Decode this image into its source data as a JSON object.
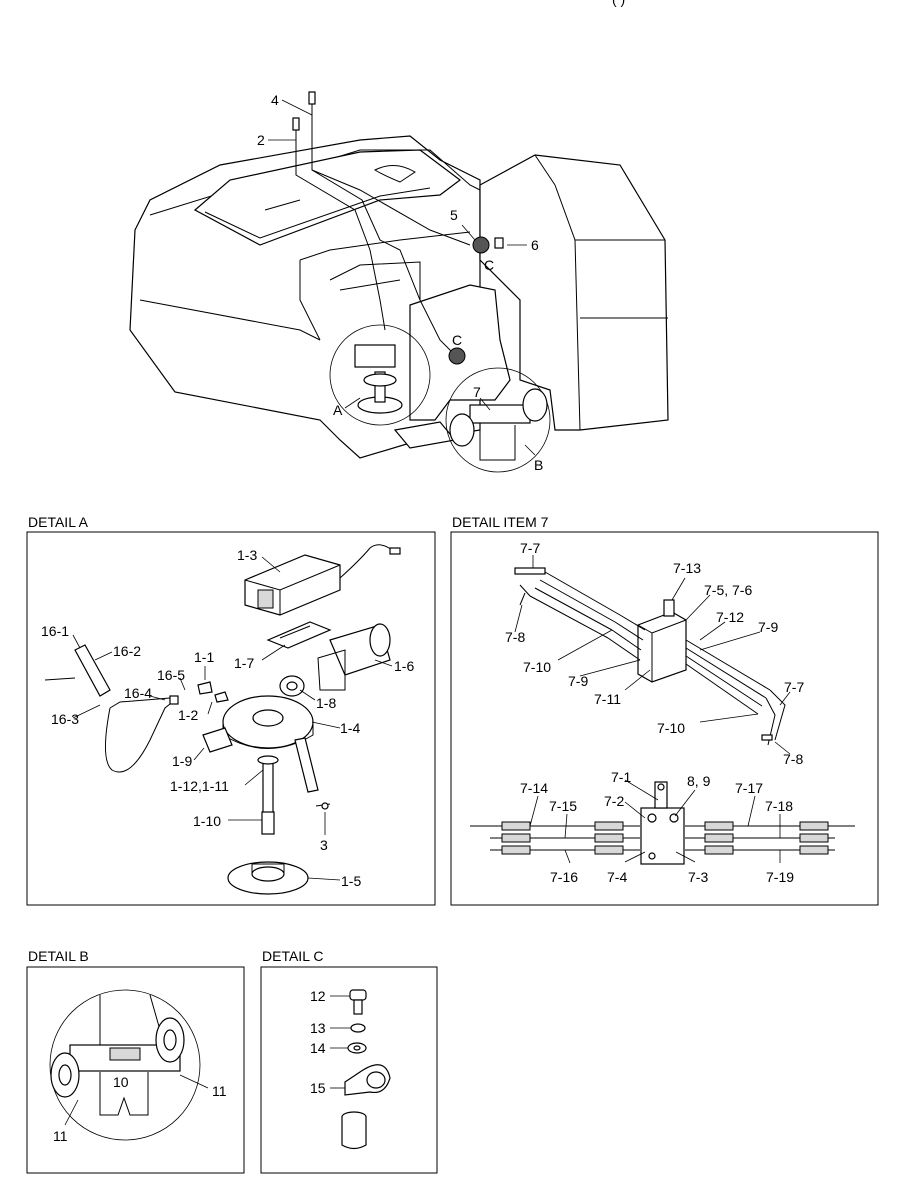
{
  "header": {
    "partial_title": "(          )"
  },
  "main_view": {
    "labels": {
      "l4": "4",
      "l2": "2",
      "l5": "5",
      "l6": "6",
      "lC1": "C",
      "lC2": "C",
      "l7": "7",
      "lA": "A",
      "lB": "B"
    }
  },
  "detail_a": {
    "title": "DETAIL A",
    "labels": {
      "a13": "1-3",
      "a161": "16-1",
      "a162": "16-2",
      "a11": "1-1",
      "a17": "1-7",
      "a16": "1-6",
      "a165": "16-5",
      "a164": "16-4",
      "a18": "1-8",
      "a163": "16-3",
      "a12": "1-2",
      "a14": "1-4",
      "a19": "1-9",
      "a112": "1-12,1-11",
      "a110": "1-10",
      "a3": "3",
      "a15": "1-5"
    }
  },
  "detail_item7": {
    "title": "DETAIL ITEM 7",
    "labels": {
      "b77a": "7-7",
      "b713": "7-13",
      "b756": "7-5, 7-6",
      "b712": "7-12",
      "b79a": "7-9",
      "b78a": "7-8",
      "b710a": "7-10",
      "b79b": "7-9",
      "b711": "7-11",
      "b77b": "7-7",
      "b710b": "7-10",
      "b78b": "7-8",
      "b71": "7-1",
      "b89": "8, 9",
      "b714": "7-14",
      "b72": "7-2",
      "b717": "7-17",
      "b715": "7-15",
      "b718": "7-18",
      "b716": "7-16",
      "b74": "7-4",
      "b73": "7-3",
      "b719": "7-19"
    }
  },
  "detail_b": {
    "title": "DETAIL B",
    "labels": {
      "c10": "10",
      "c11a": "11",
      "c11b": "11"
    }
  },
  "detail_c": {
    "title": "DETAIL C",
    "labels": {
      "d12": "12",
      "d13": "13",
      "d14": "14",
      "d15": "15"
    }
  }
}
